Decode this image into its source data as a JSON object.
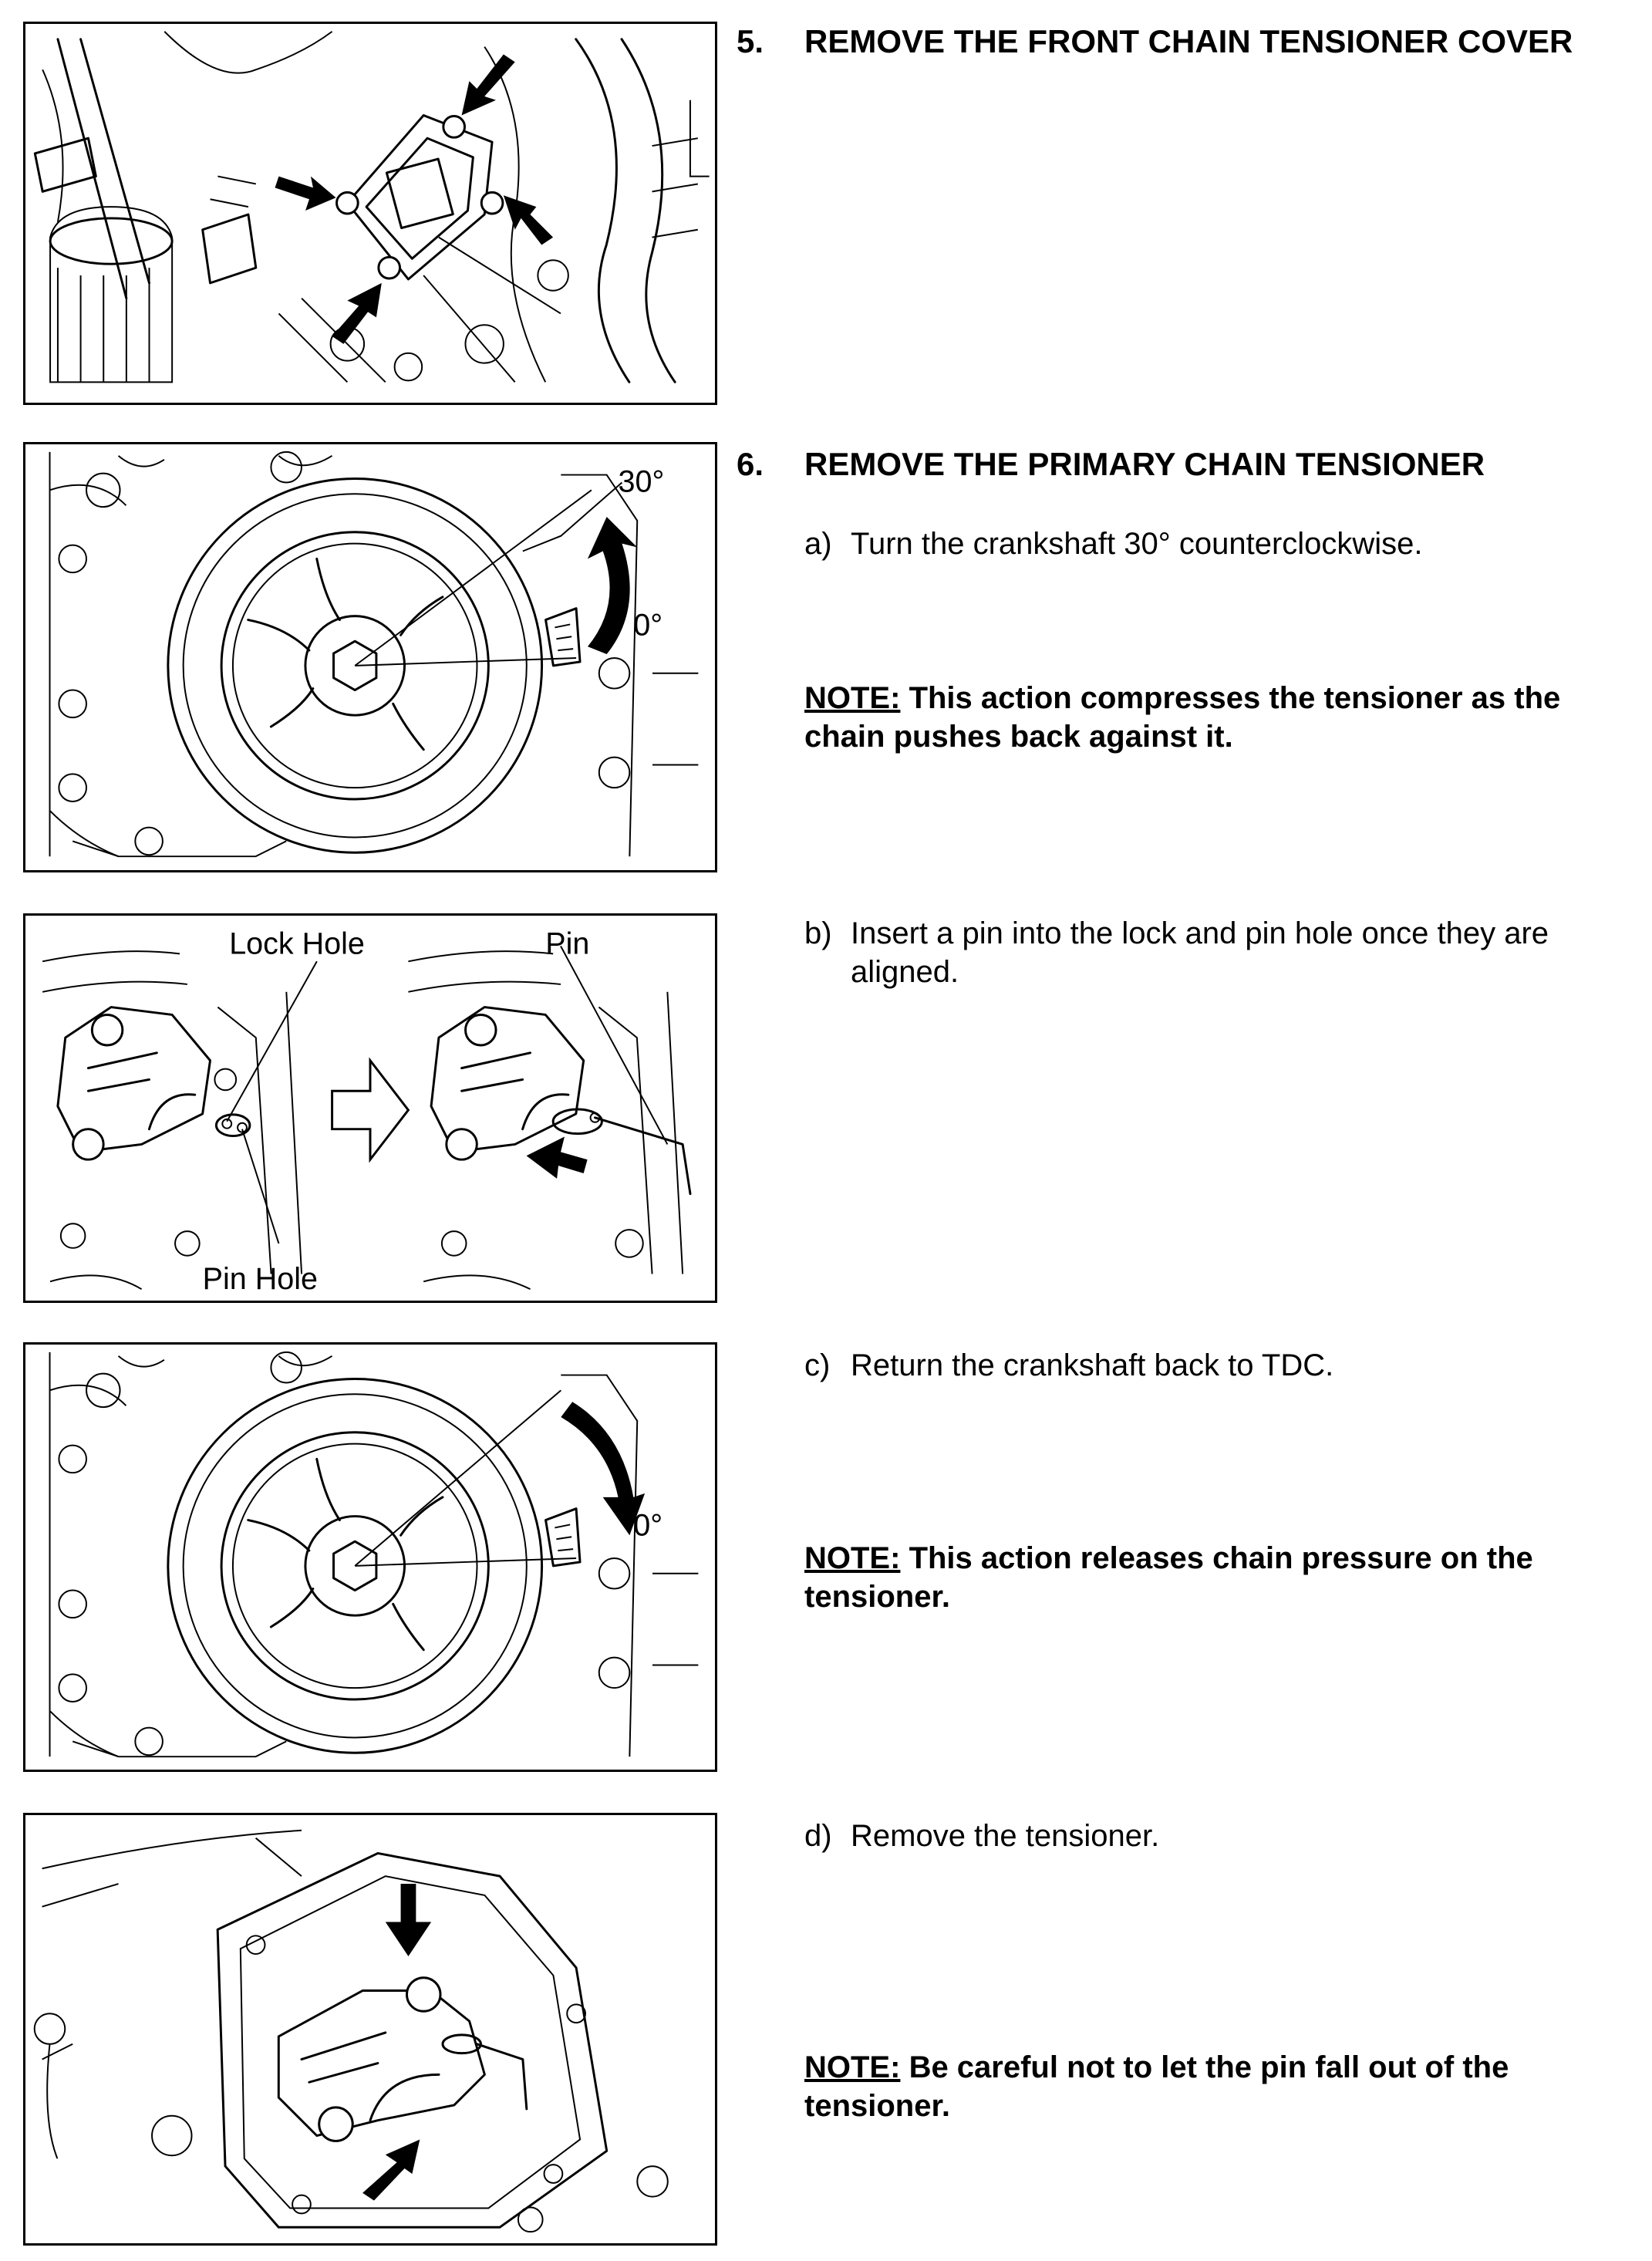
{
  "step5": {
    "number": "5.",
    "title": "REMOVE THE FRONT CHAIN TENSIONER COVER"
  },
  "step6": {
    "number": "6.",
    "title": "REMOVE THE PRIMARY CHAIN TENSIONER",
    "substeps": [
      {
        "label": "a)",
        "text": "Turn the crankshaft 30° counterclockwise."
      },
      {
        "label": "b)",
        "text": "Insert a pin into the lock and pin hole once they are aligned."
      },
      {
        "label": "c)",
        "text": "Return the crankshaft back to TDC."
      },
      {
        "label": "d)",
        "text": "Remove the tensioner."
      }
    ],
    "notes": [
      {
        "label": "NOTE:",
        "text": "This action compresses the tensioner as the chain pushes back against it."
      },
      {
        "label": "NOTE:",
        "text": "This action releases chain pressure on the tensioner."
      },
      {
        "label": "NOTE:",
        "text": "Be careful not to let the pin fall out of the tensioner."
      }
    ]
  },
  "figures": {
    "fig2": {
      "angle_top": "30°",
      "angle_zero": "0°"
    },
    "fig3": {
      "lock_hole": "Lock Hole",
      "pin": "Pin",
      "pin_hole": "Pin Hole"
    },
    "fig4": {
      "angle_zero": "0°"
    }
  }
}
